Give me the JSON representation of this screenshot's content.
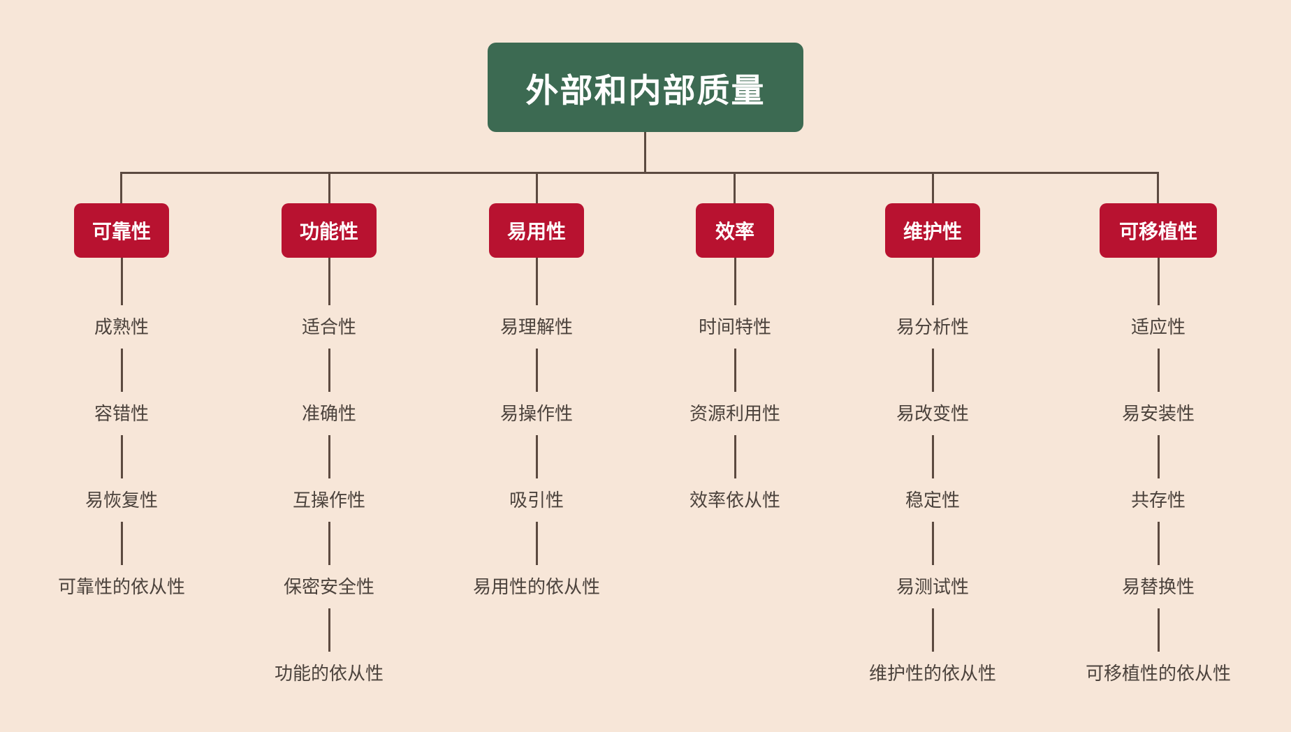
{
  "diagram": {
    "root": {
      "label": "外部和内部质量"
    },
    "columns": [
      {
        "label": "可靠性",
        "children": [
          "成熟性",
          "容错性",
          "易恢复性",
          "可靠性的依从性"
        ]
      },
      {
        "label": "功能性",
        "children": [
          "适合性",
          "准确性",
          "互操作性",
          "保密安全性",
          "功能的依从性"
        ]
      },
      {
        "label": "易用性",
        "children": [
          "易理解性",
          "易操作性",
          "吸引性",
          "易用性的依从性"
        ]
      },
      {
        "label": "效率",
        "children": [
          "时间特性",
          "资源利用性",
          "效率依从性"
        ]
      },
      {
        "label": "维护性",
        "children": [
          "易分析性",
          "易改变性",
          "稳定性",
          "易测试性",
          "维护性的依从性"
        ]
      },
      {
        "label": "可移植性",
        "children": [
          "适应性",
          "易安装性",
          "共存性",
          "易替换性",
          "可移植性的依从性"
        ]
      }
    ],
    "colors": {
      "background": "#f7e6d8",
      "root_box": "#3c6a52",
      "branch_box": "#b81230",
      "line": "#5c4a40",
      "leaf_text": "#4b423c",
      "box_text": "#ffffff"
    }
  }
}
